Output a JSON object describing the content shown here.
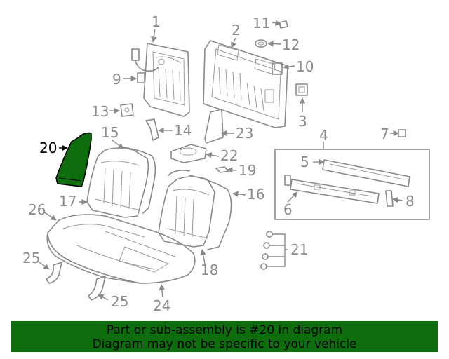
{
  "callouts": {
    "c1": "1",
    "c2": "2",
    "c3": "3",
    "c4": "4",
    "c5": "5",
    "c6": "6",
    "c7": "7",
    "c8": "8",
    "c9": "9",
    "c10": "10",
    "c11": "11",
    "c12": "12",
    "c13": "13",
    "c14": "14",
    "c15": "15",
    "c16": "16",
    "c17": "17",
    "c18": "18",
    "c19": "19",
    "c20": "20",
    "c21": "21",
    "c22": "22",
    "c23": "23",
    "c24": "24",
    "c25a": "25",
    "c25b": "25",
    "c26": "26"
  },
  "highlight_color": "#0e6e0e",
  "banner": {
    "line1": "Part or sub-assembly is #20 in diagram",
    "line2": "Diagram may not be specific to your vehicle"
  }
}
